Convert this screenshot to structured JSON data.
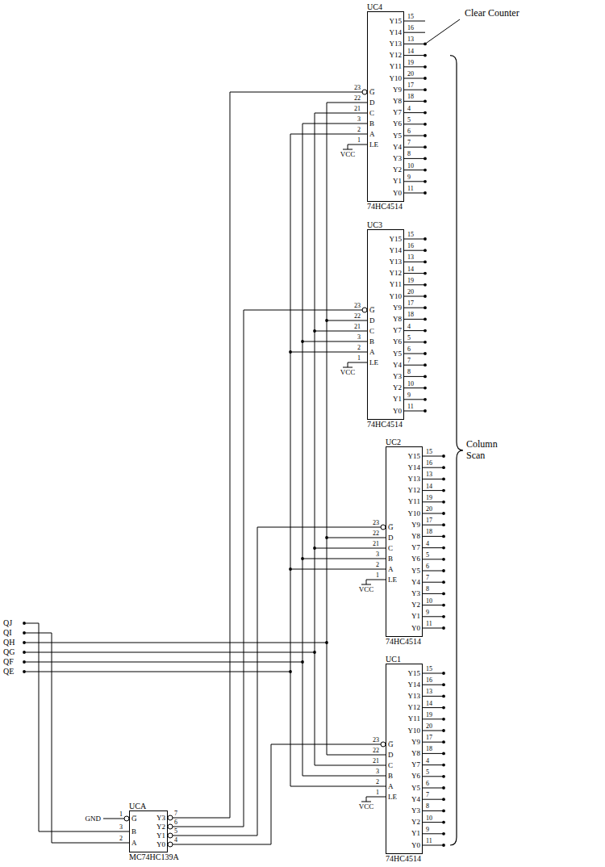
{
  "diagram": {
    "nodes": [
      {
        "text": [
          "UC4",
          "74HC4514"
        ]
      },
      {
        "text": [
          "UC3",
          "74HC4514"
        ]
      },
      {
        "text": [
          "UC2",
          "74HC4514"
        ]
      },
      {
        "text": [
          "UC1",
          "74HC4514"
        ]
      },
      {
        "text": [
          "UCA",
          "MC74HC139A"
        ]
      }
    ],
    "edges": [
      {
        "from": 4,
        "to": 0,
        "arrow": "none"
      },
      {
        "from": 4,
        "to": 1,
        "arrow": "none"
      },
      {
        "from": 4,
        "to": 2,
        "arrow": "none"
      },
      {
        "from": 4,
        "to": 3,
        "arrow": "none"
      }
    ],
    "labels": [
      "G̅",
      "D",
      "C",
      "B",
      "A",
      "LE",
      "23",
      "22",
      "21",
      "3",
      "2",
      "1",
      "VCC",
      "Y15",
      "Y14",
      "Y13",
      "Y12",
      "Y11",
      "Y10",
      "Y9",
      "Y8",
      "Y7",
      "Y6",
      "Y5",
      "Y4",
      "Y3",
      "Y2",
      "Y1",
      "Y0",
      "15",
      "16",
      "13",
      "14",
      "19",
      "20",
      "17",
      "18",
      "4",
      "5",
      "6",
      "7",
      "8",
      "10",
      "9",
      "11",
      "G̅",
      "D",
      "C",
      "B",
      "A",
      "LE",
      "23",
      "22",
      "21",
      "3",
      "2",
      "1",
      "VCC",
      "Y15",
      "Y14",
      "Y13",
      "Y12",
      "Y11",
      "Y10",
      "Y9",
      "Y8",
      "Y7",
      "Y6",
      "Y5",
      "Y4",
      "Y3",
      "Y2",
      "Y1",
      "Y0",
      "15",
      "16",
      "13",
      "14",
      "19",
      "20",
      "17",
      "18",
      "4",
      "5",
      "6",
      "7",
      "8",
      "10",
      "9",
      "11",
      "G̅",
      "D",
      "C",
      "B",
      "A",
      "LE",
      "23",
      "22",
      "21",
      "3",
      "2",
      "1",
      "VCC",
      "Y15",
      "Y14",
      "Y13",
      "Y12",
      "Y11",
      "Y10",
      "Y9",
      "Y8",
      "Y7",
      "Y6",
      "Y5",
      "Y4",
      "Y3",
      "Y2",
      "Y1",
      "Y0",
      "15",
      "16",
      "13",
      "14",
      "19",
      "20",
      "17",
      "18",
      "4",
      "5",
      "6",
      "7",
      "8",
      "10",
      "9",
      "11",
      "G̅",
      "D",
      "C",
      "B",
      "A",
      "LE",
      "23",
      "22",
      "21",
      "3",
      "2",
      "1",
      "VCC",
      "Y15",
      "Y14",
      "Y13",
      "Y12",
      "Y11",
      "Y10",
      "Y9",
      "Y8",
      "Y7",
      "Y6",
      "Y5",
      "Y4",
      "Y3",
      "Y2",
      "Y1",
      "Y0",
      "15",
      "16",
      "13",
      "14",
      "19",
      "20",
      "17",
      "18",
      "4",
      "5",
      "6",
      "7",
      "8",
      "10",
      "9",
      "11",
      "G̅",
      "B",
      "A",
      "1",
      "3",
      "2",
      "GND",
      "Y3",
      "Y2",
      "Y1",
      "Y0",
      "7",
      "6",
      "5",
      "4",
      "QJ",
      "QI",
      "QH",
      "QG",
      "QF",
      "QE",
      "Clear Counter",
      "Column Scan"
    ]
  }
}
